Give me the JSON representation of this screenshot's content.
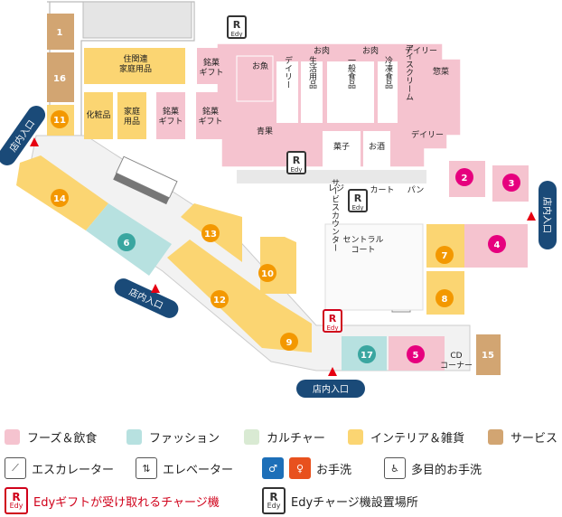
{
  "colors": {
    "food": "#f5c3cf",
    "fashion": "#b7e1e0",
    "culture": "#d9ead3",
    "interior": "#fbd572",
    "service": "#d2a572",
    "shop_label": "#e6007e",
    "entrance": "#1a4a78"
  },
  "shops": [
    {
      "num": "1",
      "color": "#d2a572"
    },
    {
      "num": "16",
      "color": "#d2a572"
    },
    {
      "num": "11",
      "color": "#f39800"
    },
    {
      "num": "14",
      "color": "#f39800"
    },
    {
      "num": "6",
      "color": "#3aa6a0"
    },
    {
      "num": "13",
      "color": "#f39800"
    },
    {
      "num": "10",
      "color": "#f39800"
    },
    {
      "num": "12",
      "color": "#f39800"
    },
    {
      "num": "9",
      "color": "#f39800"
    },
    {
      "num": "17",
      "color": "#3aa6a0"
    },
    {
      "num": "5",
      "color": "#e6007e"
    },
    {
      "num": "15",
      "color": "#d2a572"
    },
    {
      "num": "7",
      "color": "#f39800"
    },
    {
      "num": "8",
      "color": "#f39800"
    },
    {
      "num": "4",
      "color": "#e6007e"
    },
    {
      "num": "2",
      "color": "#e6007e"
    },
    {
      "num": "3",
      "color": "#e6007e"
    }
  ],
  "areas": {
    "jukanren": "住関連\n家庭用品",
    "meika_gift_top": "銘菓\nギフト",
    "keshohin": "化粧品",
    "katei": "家庭\n用品",
    "meika_gift_a": "銘菓\nギフト",
    "meika_gift_b": "銘菓\nギフト",
    "osakana": "お魚",
    "oniku1": "お肉",
    "oniku2": "お肉",
    "daily_top": "デイリー",
    "sozai": "惣菜",
    "daily_v": "デイリー",
    "seikatsu": "生活用品",
    "ippan": "一般食品",
    "reitou": "冷凍食品",
    "ice": "アイスクリーム",
    "seika": "青果",
    "kashi": "菓子",
    "osake": "お酒",
    "daily_r": "デイリー",
    "reji": "レジ",
    "cart": "カート",
    "pan": "パン",
    "service_counter": "サービスカウンター",
    "central_court": "セントラル\nコート",
    "cd_corner": "CD\nコーナー"
  },
  "entrances": [
    "店内入口",
    "店内入口",
    "店内入口",
    "店内入口"
  ],
  "edy_marks": {
    "r": "R",
    "e": "Edy"
  },
  "legend": {
    "foods": "フーズ＆飲食",
    "fashion": "ファッション",
    "culture": "カルチャー",
    "interior": "インテリア＆雑貨",
    "service": "サービス",
    "escalator": "エスカレーター",
    "elevator": "エレベーター",
    "toilet": "お手洗",
    "multi_toilet": "多目的お手洗",
    "edy_gift": "Edyギフトが受け取れるチャージ機",
    "edy_charge": "Edyチャージ機設置場所"
  }
}
